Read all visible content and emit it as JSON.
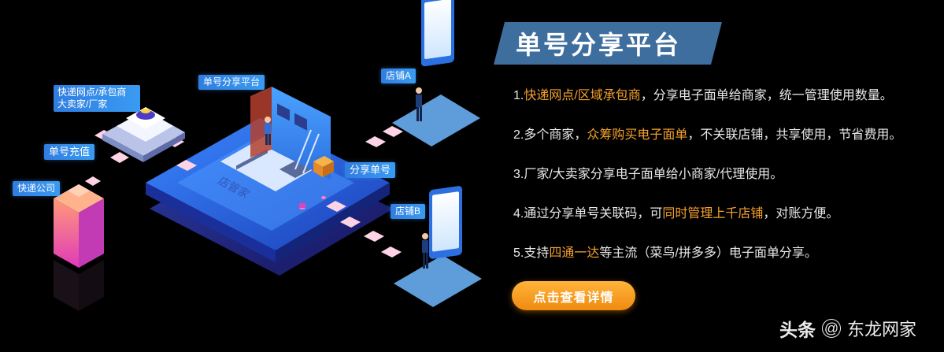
{
  "illustration": {
    "labels": {
      "top_left": "快递网点/承包商\n大卖家/厂家",
      "platform": "单号分享平台",
      "store_a": "店铺A",
      "store_b": "店铺B",
      "recharge": "单号充值",
      "courier": "快递公司",
      "share_no": "分享单号",
      "shop_manager": "店管家"
    }
  },
  "title": "单号分享平台",
  "features": [
    {
      "pre": "1.",
      "hl": "快递网点/区域承包商",
      "post": "，分享电子面单给商家，统一管理使用数量。"
    },
    {
      "pre": "2.多个商家，",
      "hl": "众筹购买电子面单",
      "post": "，不关联店铺，共享使用，节省费用。"
    },
    {
      "pre": "3.厂家/大卖家分享电子面单给小商家/代理使用。",
      "hl": "",
      "post": ""
    },
    {
      "pre": "4.通过分享单号关联码，可",
      "hl": "同时管理上千店铺",
      "post": "，对账方便。"
    },
    {
      "pre": "5.支持",
      "hl": "四通一达",
      "post": "等主流（菜鸟/拼多多）电子面单分享。"
    }
  ],
  "cta_label": "点击查看详情",
  "watermark": {
    "brand": "头条",
    "handle": "东龙网家"
  },
  "colors": {
    "accent": "#f5a12d",
    "title_bg": "#3e6e9e",
    "platform_blue": "#2f7de0"
  }
}
